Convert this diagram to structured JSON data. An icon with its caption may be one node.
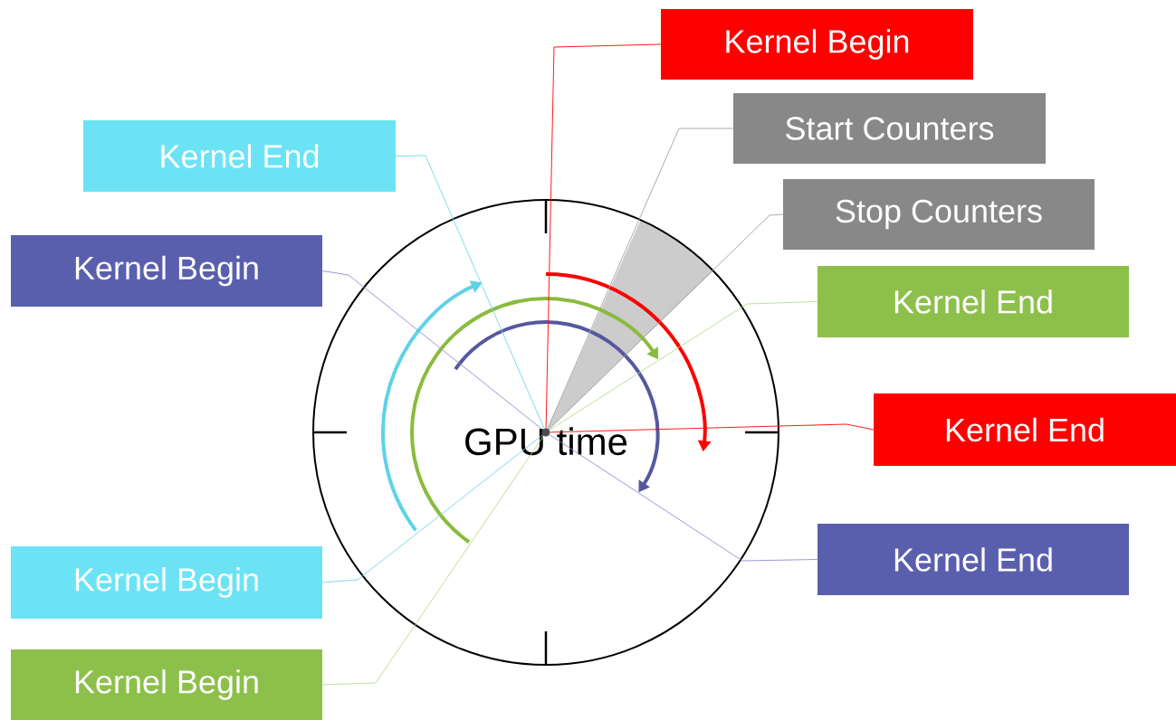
{
  "diagram": {
    "nodes": [
      {
        "text": [
          "GPU time"
        ]
      },
      {
        "text": [],
        "shape": "circle",
        "in": 0
      },
      {
        "text": [
          "Kernel Begin"
        ]
      },
      {
        "text": [
          "Start Counters"
        ]
      },
      {
        "text": [
          "Kernel End"
        ]
      },
      {
        "text": [
          "Stop Counters"
        ]
      },
      {
        "text": [
          "Kernel Begin"
        ]
      },
      {
        "text": [
          "Kernel End"
        ]
      },
      {
        "text": [
          "Kernel End"
        ]
      },
      {
        "text": [
          "Kernel End"
        ]
      },
      {
        "text": [
          "Kernel Begin"
        ]
      },
      {
        "text": [
          "Kernel Begin"
        ]
      }
    ],
    "edges": [
      {
        "from": 2,
        "to": 1,
        "arrow": "none",
        "color": "#ff0000"
      },
      {
        "from": 3,
        "to": 1,
        "arrow": "none",
        "color": "#a0a0a0"
      },
      {
        "from": 4,
        "to": 1,
        "arrow": "none",
        "color": "#6fd6e8"
      },
      {
        "from": 5,
        "to": 1,
        "arrow": "none",
        "color": "#a0a0a0"
      },
      {
        "from": 6,
        "to": 1,
        "arrow": "none",
        "color": "#8a8fd0"
      },
      {
        "from": 7,
        "to": 1,
        "arrow": "none",
        "color": "#b5dc8a"
      },
      {
        "from": 8,
        "to": 1,
        "arrow": "none",
        "color": "#ff0000"
      },
      {
        "from": 9,
        "to": 1,
        "arrow": "none",
        "color": "#8a8fd0"
      },
      {
        "from": 10,
        "to": 1,
        "arrow": "none",
        "color": "#6fd6e8"
      },
      {
        "from": 11,
        "to": 1,
        "arrow": "none",
        "color": "#b5dc8a"
      }
    ]
  }
}
